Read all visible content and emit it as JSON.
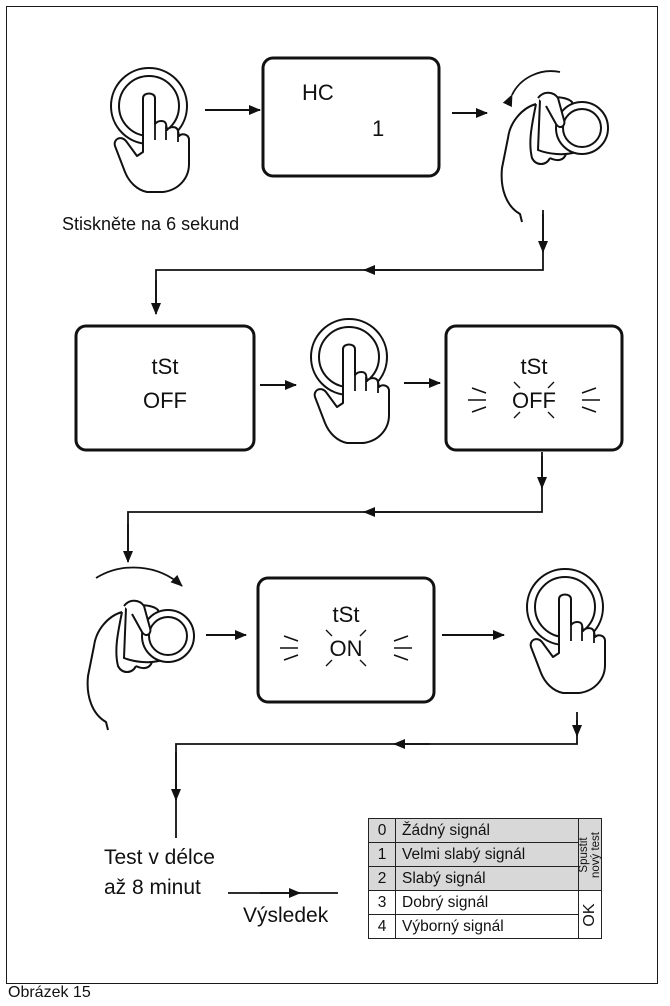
{
  "step1": {
    "screen": {
      "line1": "HC",
      "line2": "1"
    },
    "press_caption": "Stiskněte na 6 sekund"
  },
  "step2": {
    "screen_left": {
      "line1": "tSt",
      "line2": "OFF"
    },
    "screen_right": {
      "line1": "tSt",
      "line2": "OFF"
    }
  },
  "step3": {
    "screen": {
      "line1": "tSt",
      "line2": "ON"
    }
  },
  "step4": {
    "test_duration_line1": "Test v délce",
    "test_duration_line2": "až 8 minut",
    "result_label": "Výsledek"
  },
  "results_table": {
    "rows": [
      {
        "value": "0",
        "label": "Žádný signál",
        "group": "retest"
      },
      {
        "value": "1",
        "label": "Velmi slabý signál",
        "group": "retest"
      },
      {
        "value": "2",
        "label": "Slabý signál",
        "group": "retest"
      },
      {
        "value": "3",
        "label": "Dobrý signál",
        "group": "ok"
      },
      {
        "value": "4",
        "label": "Výborný signál",
        "group": "ok"
      }
    ],
    "retest_label_line1": "Spustit",
    "retest_label_line2": "nový test",
    "ok_label": "OK"
  },
  "figure_caption": "Obrázek 15",
  "colors": {
    "ink": "#111111",
    "retest_fill": "#d8d8d8",
    "background": "#ffffff"
  },
  "icons": [
    "button-press-icon",
    "dial-turn-left-icon",
    "dial-turn-right-icon",
    "arrow-icon",
    "blink-marks-icon"
  ]
}
